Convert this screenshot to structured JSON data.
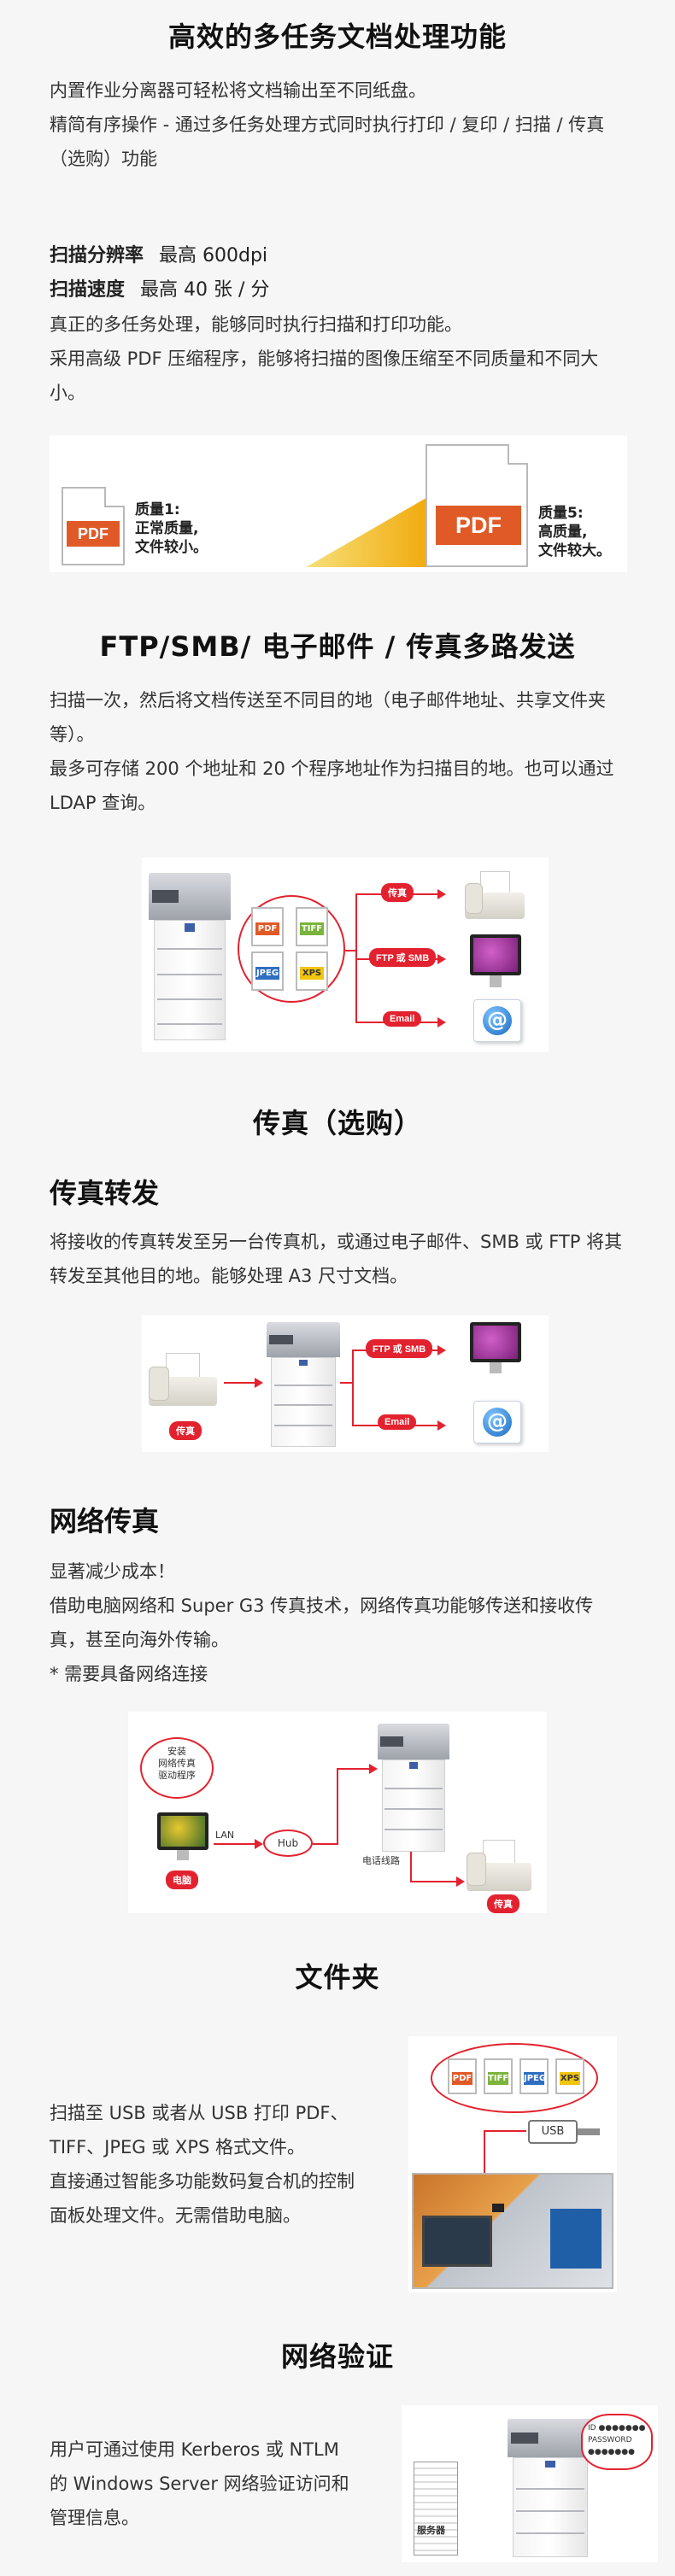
{
  "section1": {
    "title": "高效的多任务文档处理功能",
    "para1": "内置作业分离器可轻松将文档输出至不同纸盘。",
    "para2": "精简有序操作 - 通过多任务处理方式同时执行打印 / 复印 / 扫描 / 传真（选购）功能",
    "spec1_label": "扫描分辨率",
    "spec1_value": "最高 600dpi",
    "spec2_label": "扫描速度",
    "spec2_value": "最高 40 张 / 分",
    "para3": "真正的多任务处理，能够同时执行扫描和打印功能。",
    "para4": "采用高级 PDF 压缩程序，能够将扫描的图像压缩至不同质量和不同大小。",
    "pdf_badge": "PDF",
    "quality1": [
      "质量1:",
      "正常质量,",
      "文件较小。"
    ],
    "quality5": [
      "质量5:",
      "高质量,",
      "文件较大。"
    ],
    "accent_color": "#e05a28"
  },
  "section2": {
    "title": "FTP/SMB/ 电子邮件 / 传真多路发送",
    "para1": "扫描一次，然后将文档传送至不同目的地（电子邮件地址、共享文件夹等）。",
    "para2": "最多可存储 200 个地址和 20 个程序地址作为扫描目的地。也可以通过 LDAP 查询。",
    "formats": [
      "PDF",
      "TIFF",
      "JPEG",
      "XPS"
    ],
    "targets": [
      "传真",
      "FTP 或 SMB",
      "Email"
    ],
    "accent_color": "#e3222f"
  },
  "section3": {
    "title": "传真（选购）",
    "subtitle1": "传真转发",
    "para1": "将接收的传真转发至另一台传真机，或通过电子邮件、SMB 或 FTP 将其转发至其他目的地。能够处理 A3 尺寸文档。",
    "source_tag": "传真",
    "targets": [
      "FTP 或 SMB",
      "Email"
    ]
  },
  "section4": {
    "title": "网络传真",
    "para1": "显著减少成本！",
    "para2": "借助电脑网络和 Super G3 传真技术，网络传真功能够传送和接收传真，甚至向海外传输。",
    "para3": "* 需要具备网络连接",
    "bubble": [
      "安装",
      "网络传真",
      "驱动程序"
    ],
    "pc_tag": "电脑",
    "lan": "LAN",
    "hub": "Hub",
    "line": "电话线路",
    "fax_tag": "传真"
  },
  "section5": {
    "title": "文件夹",
    "para1": "扫描至 USB 或者从 USB 打印 PDF、TIFF、JPEG 或 XPS 格式文件。",
    "para2": "直接通过智能多功能数码复合机的控制面板处理文件。无需借助电脑。",
    "usb": "USB",
    "formats": [
      "PDF",
      "TIFF",
      "JPEG",
      "XPS"
    ]
  },
  "section6": {
    "title": "网络验证",
    "para1": "用户可通过使用 Kerberos 或 NTLM 的 Windows Server 网络验证访问和管理信息。",
    "server": "服务器",
    "id_field": "ID ●●●●●●●",
    "password": "PASSWORD",
    "password_dots": "●●●●●●●"
  }
}
